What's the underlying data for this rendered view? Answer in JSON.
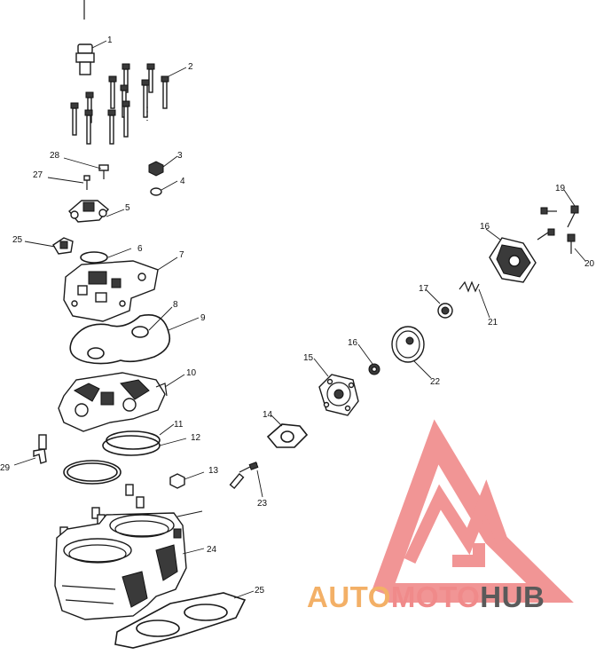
{
  "callouts": [
    "1",
    "2",
    "3",
    "4",
    "5",
    "6",
    "7",
    "8",
    "9",
    "10",
    "11",
    "12",
    "13",
    "14",
    "15",
    "16",
    "17",
    "16",
    "19",
    "20",
    "21",
    "22",
    "23",
    "24",
    "25",
    "25",
    "27",
    "28",
    "29"
  ],
  "watermark": {
    "brand_part1": "AUTO",
    "brand_part2": "MOTO",
    "brand_part3": "HUB",
    "color_part1": "#f3b067",
    "color_part2": "#f08a8a",
    "color_part3": "#5a5a5a",
    "logo_color": "#f08a8a"
  }
}
